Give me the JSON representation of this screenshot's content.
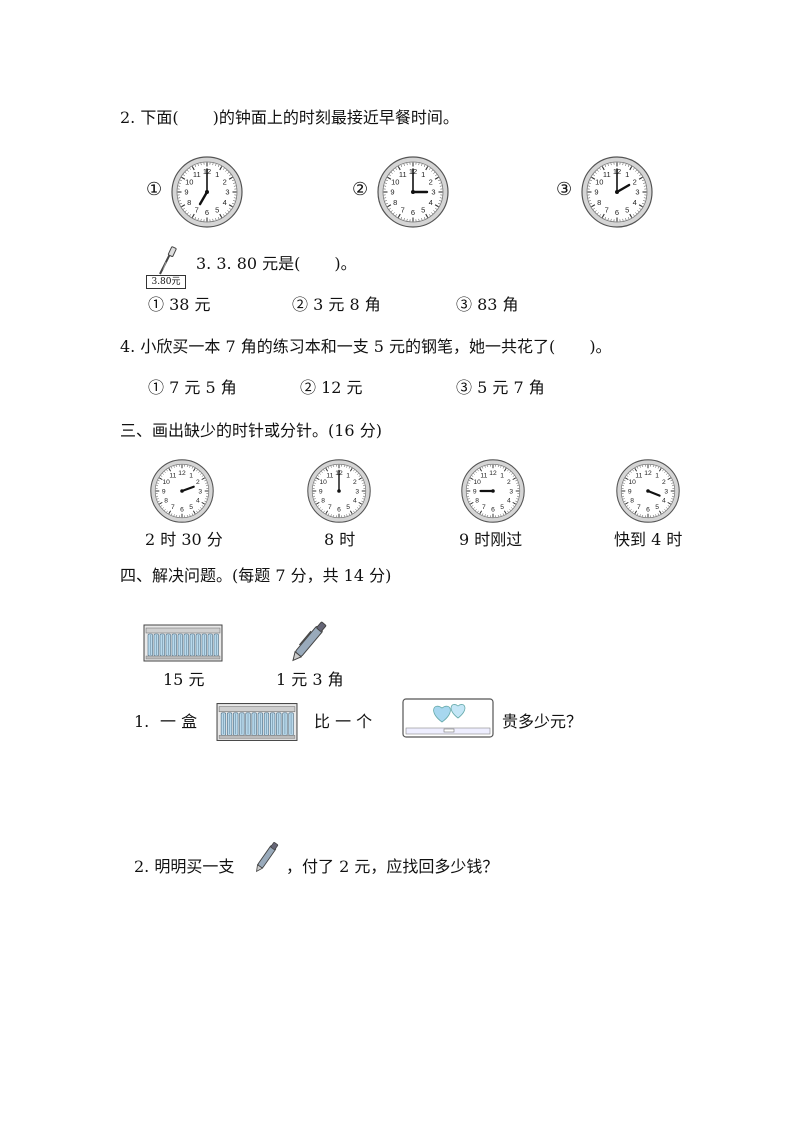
{
  "q2": {
    "prefix": "2. 下面(",
    "suffix": ")的钟面上的时刻最接近早餐时间。",
    "options": [
      {
        "marker": "①",
        "time": "7:00"
      },
      {
        "marker": "②",
        "time": "3:00"
      },
      {
        "marker": "③",
        "time": "2:00"
      }
    ]
  },
  "q3": {
    "price_tag": "3.80元",
    "prefix": "3. 3. 80 元是(",
    "suffix": ")。",
    "options": [
      "① 38 元",
      "② 3 元 8 角",
      "③ 83 角"
    ]
  },
  "q4": {
    "text": "4. 小欣买一本 7 角的练习本和一支 5 元的钢笔，她一共花了(",
    "suffix": ")。",
    "options": [
      "① 7 元 5 角",
      "② 12 元",
      "③ 5 元 7 角"
    ]
  },
  "section3": {
    "heading": "三、画出缺少的时针或分针。(16 分)",
    "clocks": [
      {
        "caption": "2 时 30 分",
        "shown_hand": "hour"
      },
      {
        "caption": "8 时",
        "shown_hand": "minute"
      },
      {
        "caption": "9 时刚过",
        "shown_hand": "hour"
      },
      {
        "caption": "快到 4 时",
        "shown_hand": "hour"
      }
    ]
  },
  "section4": {
    "heading": "四、解决问题。(每题 7 分，共 14 分)",
    "items": [
      {
        "name": "box-of-pens",
        "price": "15 元"
      },
      {
        "name": "pen",
        "price": "1 元 3 角"
      }
    ],
    "p1": {
      "num": "1.",
      "w1": "一 盒",
      "w2": "比 一 个",
      "w3": "贵多少元？"
    },
    "p2": {
      "prefix": "2. 明明买一支",
      "suffix": "，付了 2 元，应找回多少钱？"
    }
  }
}
